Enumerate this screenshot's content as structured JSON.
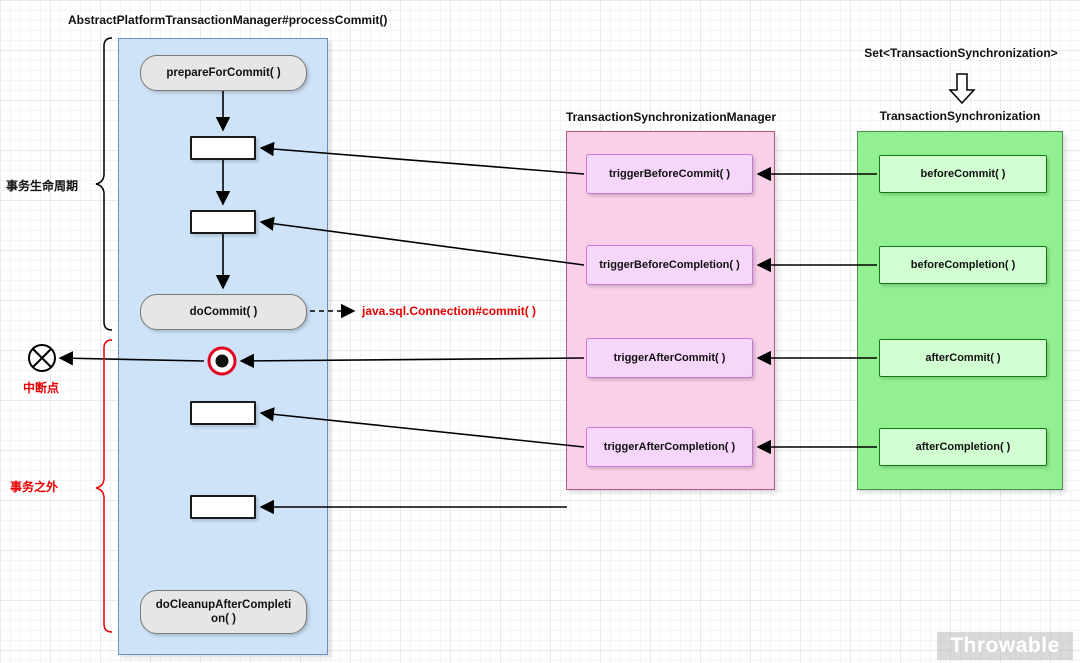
{
  "title": "AbstractPlatformTransactionManager#processCommit()",
  "blue": {
    "prepare": "prepareForCommit( )",
    "do_commit": "doCommit( )",
    "cleanup": "doCleanupAfterCompletion( )"
  },
  "pink": {
    "title": "TransactionSynchronizationManager",
    "items": [
      "triggerBeforeCommit( )",
      "triggerBeforeCompletion( )",
      "triggerAfterCommit( )",
      "triggerAfterCompletion( )"
    ]
  },
  "green": {
    "title": "TransactionSynchronization",
    "set_label": "Set<TransactionSynchronization>",
    "items": [
      "beforeCommit( )",
      "beforeCompletion( )",
      "afterCommit( )",
      "afterCompletion( )"
    ]
  },
  "annotations": {
    "lifecycle": "事务生命周期",
    "breakpoint": "中断点",
    "outside_transaction": "事务之外",
    "sql_commit": "java.sql.Connection#commit( )"
  },
  "watermark": "Throwable",
  "icons": {
    "interrupt_icon": "circle-cross",
    "breakpoint_icon": "filled-dot-in-red-ring",
    "down_arrow_icon": "hollow-down-arrow"
  },
  "colors": {
    "lane_blue": "#cfe3f8",
    "lane_pink": "#fad0e8",
    "lane_green": "#92f092",
    "node_gray": "#e6e6e6",
    "node_pink": "#f6d6fa",
    "node_pink_border": "#c878d8",
    "node_green": "#d2ffd2",
    "node_green_border": "#147a14",
    "accent_red": "#e60000",
    "grid_light": "#f2f4f6",
    "grid_strong": "#e7ebef"
  }
}
